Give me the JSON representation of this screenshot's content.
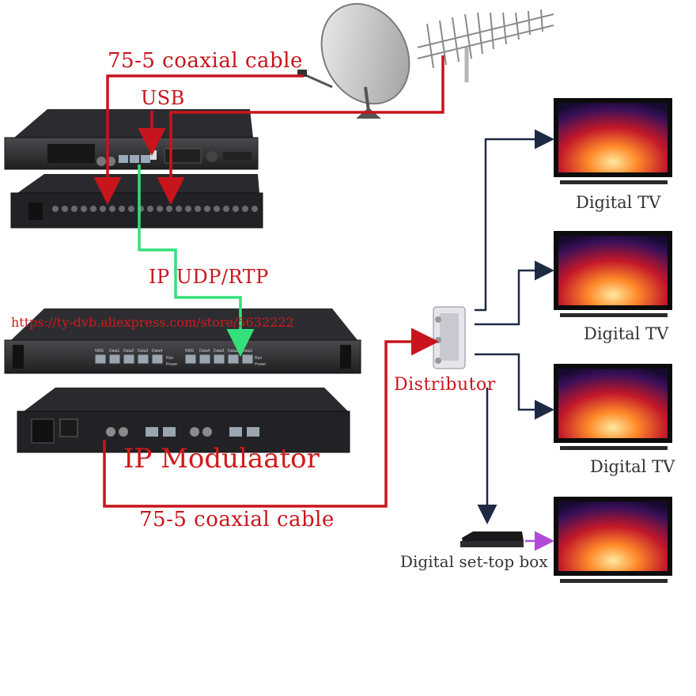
{
  "labels": {
    "top_cable": "75-5 coaxial cable",
    "usb": "USB",
    "ip_protocol": "IP UDP/RTP",
    "url": "https://ty-dvb.aliexpress.com/store/5632222",
    "modulator": "IP Modulaator",
    "bottom_cable": "75-5 coaxial cable",
    "distributor": "Distributor",
    "set_top_box": "Digital set-top box"
  },
  "tvs": [
    {
      "label": "Digital TV"
    },
    {
      "label": "Digital TV"
    },
    {
      "label": "Digital TV"
    }
  ],
  "ports": {
    "group_a": [
      "NMS",
      "Data1",
      "Data2",
      "Data3",
      "Data4"
    ],
    "group_b": [
      "NMS",
      "Data4",
      "Data3",
      "Data2",
      "Data1"
    ],
    "status": [
      "Run",
      "Power"
    ]
  },
  "colors": {
    "coax": "#c8141c",
    "ip_line": "#34e07a",
    "distribution": "#1e2a44",
    "stb_to_tv": "#b04ad8"
  }
}
